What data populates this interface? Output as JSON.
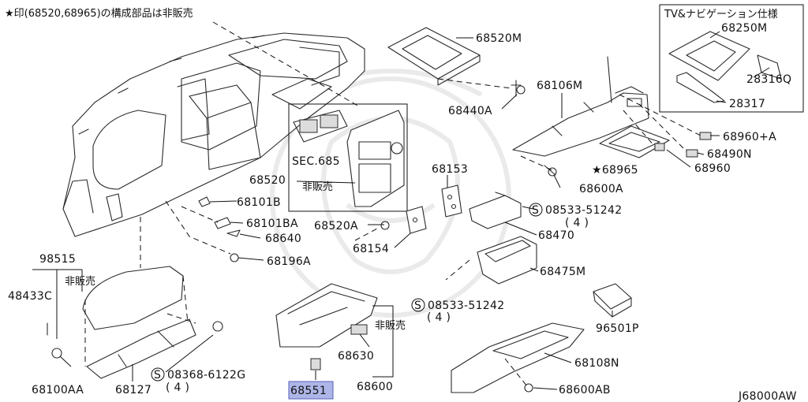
{
  "note": {
    "text": "★印(68520,68965)の構成部品は非販売",
    "tv_nav_spec": "TV&ナビゲーション仕様",
    "not_sold": "非販売"
  },
  "diagram_code": "J68000AW",
  "highlight_color": "#aeb6e8",
  "parts": {
    "p68520M": "68520M",
    "p68250M": "68250M",
    "p28316Q": "28316Q",
    "p28317": "28317",
    "p68106M": "68106M",
    "p68440A": "68440A",
    "p68960A_plus": "68960+A",
    "p68490N": "68490N",
    "p68960": "68960",
    "p68965": "★68965",
    "p68600A": "68600A",
    "sec685": "SEC.685",
    "p68520": "68520",
    "p68101B": "68101B",
    "p68101BA": "68101BA",
    "p68640": "68640",
    "p68196A": "68196A",
    "p68520A": "68520A",
    "p68153": "68153",
    "p68154": "68154",
    "p08533_51242_a": "08533-51242",
    "qty_a": "( 4 )",
    "p68470": "68470",
    "p68475M": "68475M",
    "p08533_51242_b": "08533-51242",
    "qty_b": "( 4 )",
    "p96501P": "96501P",
    "p98515": "98515",
    "p48433C": "48433C",
    "p68100AA": "68100AA",
    "p68127": "68127",
    "p08368_6122G": "08368-6122G",
    "qty_c": "( 4 )",
    "p68630": "68630",
    "p68600": "68600",
    "p68551": "68551",
    "p68108N": "68108N",
    "p68600AB": "68600AB",
    "screw_symbol": "S"
  }
}
